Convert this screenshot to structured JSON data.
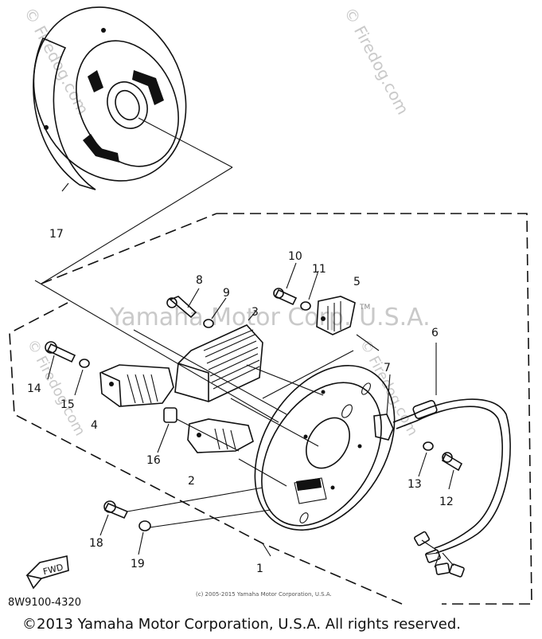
{
  "watermark_center": "Yamaha Motor Corp. U.S.A.",
  "watermark_corner": "© Firedog.com",
  "tm_mark": "TM",
  "diagram_code": "8W9100-4320",
  "small_copyright": "(c) 2005-2015 Yamaha Motor Corporation, U.S.A.",
  "fwd_label": "FWD",
  "footer_copyright": "©2013 Yamaha Motor Corporation, U.S.A. All rights reserved.",
  "callouts": {
    "c1": "1",
    "c2": "2",
    "c3": "3",
    "c4": "4",
    "c5": "5",
    "c6": "6",
    "c7": "7",
    "c8": "8",
    "c9": "9",
    "c10": "10",
    "c11": "11",
    "c12": "12",
    "c13": "13",
    "c14": "14",
    "c15": "15",
    "c16": "16",
    "c17": "17",
    "c18": "18",
    "c19": "19"
  }
}
